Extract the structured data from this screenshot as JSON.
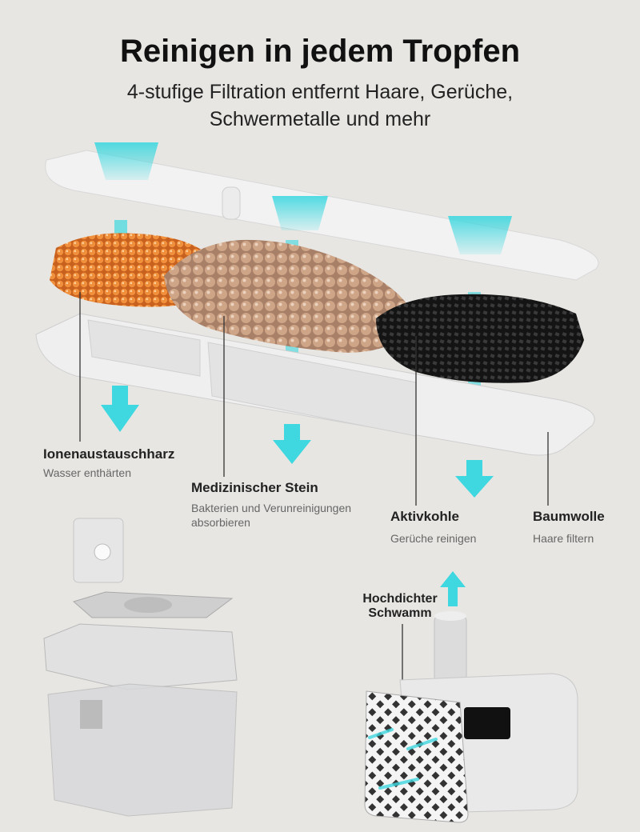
{
  "heading": {
    "title": "Reinigen in jedem Tropfen",
    "subtitle_line1": "4-stufige Filtration entfernt Haare, Gerüche,",
    "subtitle_line2": "Schwermetalle und mehr"
  },
  "layers": [
    {
      "name": "Ionenaustauschharz",
      "desc": "Wasser enthärten"
    },
    {
      "name": "Medizinischer Stein",
      "desc_line1": "Bakterien und Verunreinigungen",
      "desc_line2": "absorbieren"
    },
    {
      "name": "Aktivkohle",
      "desc": "Gerüche reinigen"
    },
    {
      "name": "Baumwolle",
      "desc": "Haare filtern"
    }
  ],
  "sponge": {
    "line1": "Hochdichter",
    "line2": "Schwamm"
  },
  "colors": {
    "background": "#e7e6e2",
    "flow": "#3fd8e0",
    "resin": "#e07a2c",
    "stone": "#c79e80",
    "carbon": "#222222"
  }
}
